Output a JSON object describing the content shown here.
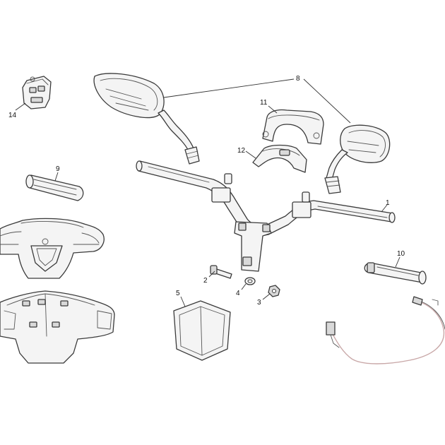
{
  "callouts": {
    "c1": "1",
    "c2": "2",
    "c3": "3",
    "c4": "4",
    "c5": "5",
    "c8": "8",
    "c9": "9",
    "c10": "10",
    "c11": "11",
    "c12": "12",
    "c14": "14"
  }
}
